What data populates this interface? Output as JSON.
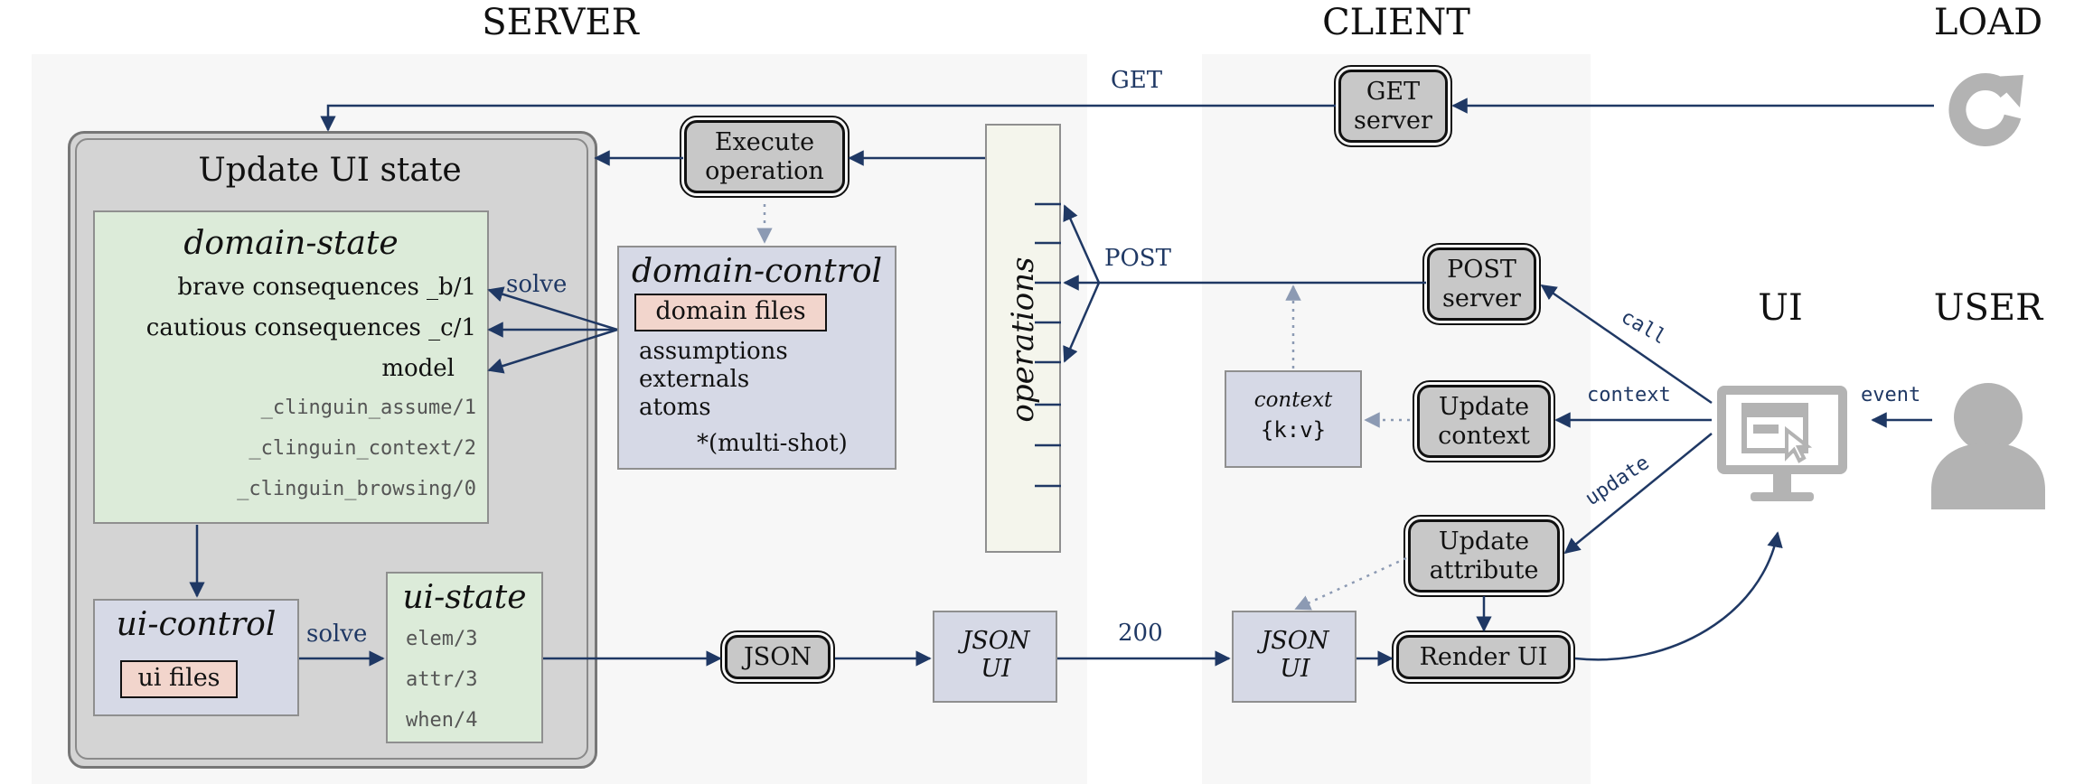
{
  "headings": {
    "server": "SERVER",
    "client": "CLIENT",
    "load": "LOAD",
    "ui": "UI",
    "user": "USER"
  },
  "update_ui_state": {
    "title": "Update UI state",
    "domain_state": {
      "title": "domain-state",
      "lines": [
        "brave consequences _b/1",
        "cautious consequences _c/1",
        "model",
        "_clinguin_assume/1",
        "_clinguin_context/2",
        "_clinguin_browsing/0"
      ]
    },
    "ui_control": {
      "title": "ui-control",
      "files": "ui files"
    },
    "ui_state": {
      "title": "ui-state",
      "lines": [
        "elem/3",
        "attr/3",
        "when/4"
      ]
    }
  },
  "domain_control": {
    "title": "domain-control",
    "files": "domain files",
    "lines": [
      "assumptions",
      "externals",
      "atoms"
    ],
    "multishot": "*(multi-shot)"
  },
  "operations": {
    "label": "operations"
  },
  "nodes": {
    "execute": "Execute operation",
    "json": "JSON",
    "get_server": "GET server",
    "post_server": "POST server",
    "update_context": "Update context",
    "update_attribute": "Update attribute",
    "render_ui": "Render UI"
  },
  "json_ui_server": "JSON UI",
  "json_ui_client": "JSON UI",
  "context": {
    "label": "context",
    "value": "{k:v}"
  },
  "edge_labels": {
    "get": "GET",
    "post": "POST",
    "solve1": "solve",
    "solve2": "solve",
    "status": "200",
    "call": "call",
    "context": "context",
    "update": "update",
    "event": "event"
  },
  "colors": {
    "arrow": "#1f3864",
    "green_fill": "#dcebd9",
    "blue_fill": "#d6d9e6",
    "pink_fill": "#f2d5cc",
    "node_fill": "#c8c8c8",
    "icon_gray": "#b3b3b3"
  },
  "icons": [
    "reload-icon",
    "monitor-icon",
    "user-icon"
  ]
}
